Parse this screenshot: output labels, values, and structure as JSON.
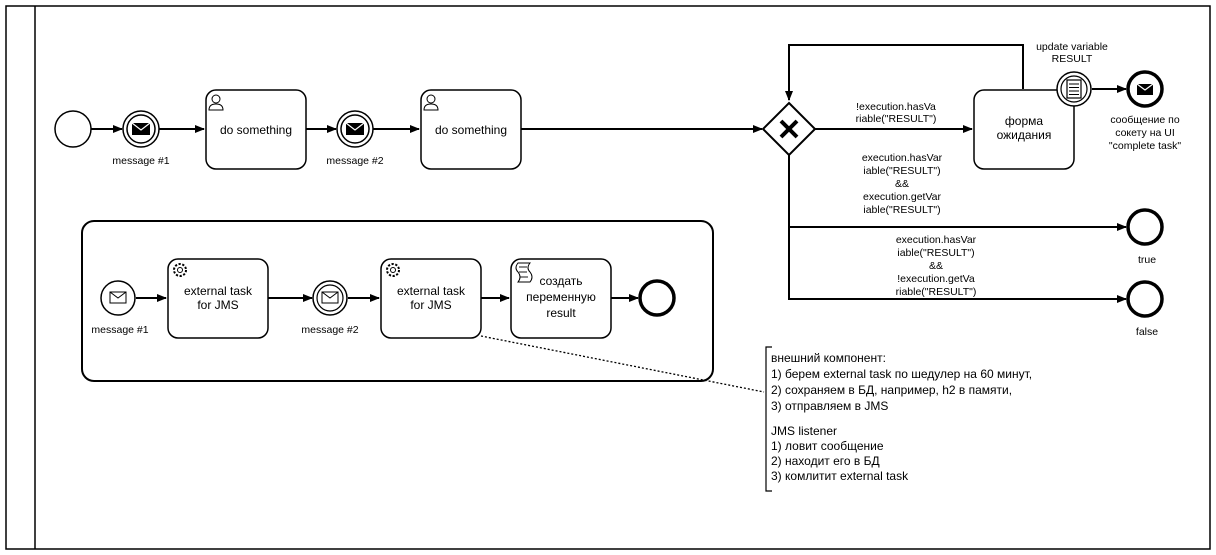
{
  "events": {
    "msg1": "message #1",
    "msg2": "message #2",
    "sub_msg1": "message #1",
    "sub_msg2": "message #2",
    "end_message": [
      "сообщение по",
      "сокету на UI",
      "\"complete task\""
    ],
    "end_true": "true",
    "end_false": "false",
    "update_var": [
      "update variable",
      "RESULT"
    ]
  },
  "tasks": {
    "do1": "do something",
    "do2": "do something",
    "form": [
      "форма",
      "ожидания"
    ],
    "ext1": [
      "external task",
      "for JMS"
    ],
    "ext2": [
      "external task",
      "for JMS"
    ],
    "script": [
      "создать",
      "переменную",
      "result"
    ]
  },
  "conditions": {
    "c1": [
      "!execution.hasVa",
      "riable(\"RESULT\")"
    ],
    "c2": [
      "execution.hasVar",
      "iable(\"RESULT\")",
      "&&",
      "execution.getVar",
      "iable(\"RESULT\")"
    ],
    "c3": [
      "execution.hasVar",
      "iable(\"RESULT\")",
      "&&",
      "!execution.getVa",
      "riable(\"RESULT\")"
    ]
  },
  "annotation": [
    "внешний компонент:",
    " 1) берем external task по шедулер на 60 минут,",
    " 2) сохраняем в БД, например, h2 в памяти,",
    " 3) отправляем в JMS",
    "",
    "JMS listener",
    " 1) ловит сообщение",
    " 2) находит его в БД",
    " 3) комлитит external task"
  ]
}
